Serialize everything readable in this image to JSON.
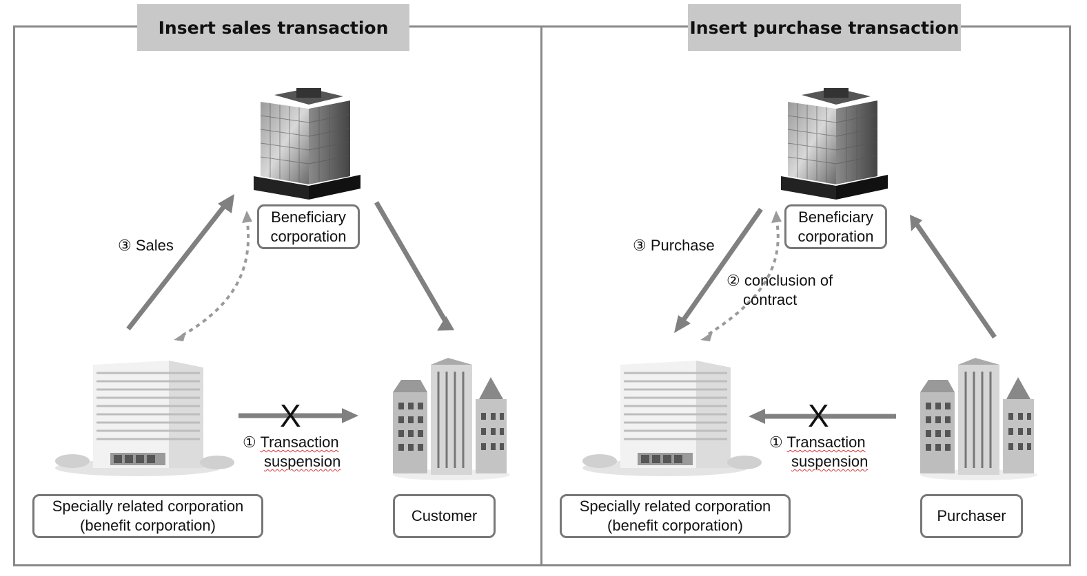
{
  "panels": {
    "sales": {
      "title": "Insert sales transaction",
      "beneficiary": [
        "Beneficiary",
        "corporation"
      ],
      "related": [
        "Specially related corporation",
        "(benefit corporation)"
      ],
      "counterparty": "Customer",
      "step3": "③ Sales",
      "step1_num": "①",
      "step1_a": "Transaction",
      "step1_b": "suspension",
      "cross": "X"
    },
    "purchase": {
      "title": "Insert purchase transaction",
      "beneficiary": [
        "Beneficiary",
        "corporation"
      ],
      "related": [
        "Specially related corporation",
        "(benefit corporation)"
      ],
      "counterparty": "Purchaser",
      "step3": "③ Purchase",
      "step2_a": "② conclusion of",
      "step2_b": "contract",
      "step1_num": "①",
      "step1_a": "Transaction",
      "step1_b": "suspension",
      "cross": "X"
    }
  },
  "colors": {
    "arrow": "#808080",
    "frame": "#888888",
    "tab": "#c8c8c8"
  },
  "icons": [
    "office-tower-icon",
    "low-rise-building-icon",
    "city-buildings-icon"
  ]
}
